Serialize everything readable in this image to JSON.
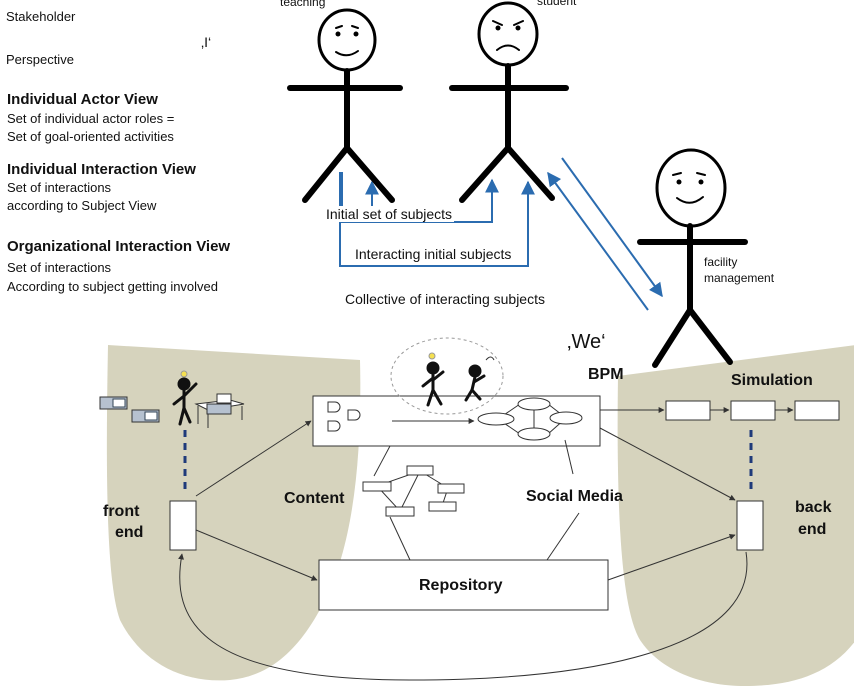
{
  "legend": {
    "stakeholder": "Stakeholder",
    "perspective": "Perspective",
    "i_quote": "‚I‘",
    "views": [
      {
        "title": "Individual Actor View",
        "lines": [
          "Set of individual actor roles =",
          "Set of goal-oriented activities"
        ]
      },
      {
        "title": "Individual Interaction View",
        "lines": [
          "Set of interactions",
          "according to Subject View"
        ]
      },
      {
        "title": "Organizational Interaction View",
        "lines": [
          "Set of interactions",
          "According to subject getting involved"
        ]
      }
    ]
  },
  "actors": {
    "teaching": "teaching",
    "student": "student",
    "facility_management": [
      "facility",
      "management"
    ]
  },
  "interactions": {
    "initial_set": "Initial set of subjects",
    "interacting_initial": "Interacting initial subjects",
    "collective": "Collective of interacting subjects"
  },
  "we_quote": "‚We‘",
  "labels": {
    "bpm": "BPM",
    "simulation": "Simulation",
    "front_end": [
      "front",
      "end"
    ],
    "back_end": [
      "back",
      "end"
    ],
    "content": "Content",
    "social_media": "Social Media",
    "repository": "Repository"
  },
  "colors": {
    "region_fill": "#d6d3bd",
    "arrow_blue": "#2b6cb0",
    "dash_navy": "#1f3a7a"
  }
}
